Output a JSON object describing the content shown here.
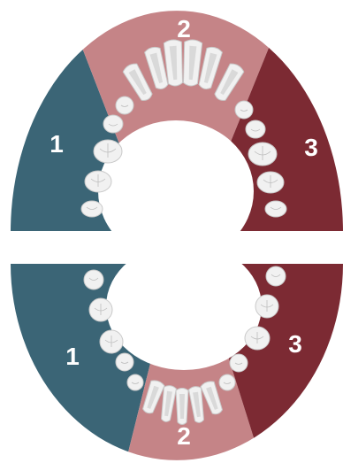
{
  "colors": {
    "left": "#3b6576",
    "center": "#c58487",
    "right": "#7c2a33",
    "background": "#ffffff"
  },
  "upper_arch": {
    "left_label": "1",
    "center_label": "2",
    "right_label": "3"
  },
  "lower_arch": {
    "left_label": "1",
    "center_label": "2",
    "right_label": "3"
  }
}
